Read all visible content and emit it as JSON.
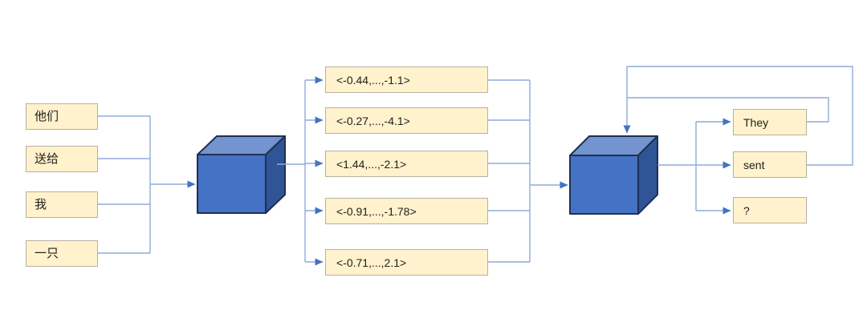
{
  "colors": {
    "background": "#FFFFFF",
    "box_fill": "#FFF2CC",
    "box_border": "#B7B1A2",
    "connector": "#8FAADC",
    "arrowhead": "#4472C4",
    "cube_front": "#4472C4",
    "cube_top": "#7394CE",
    "cube_side": "#2F5597",
    "cube_outline": "#1F2F54"
  },
  "input_tokens": [
    "他们",
    "送给",
    "我",
    "一只"
  ],
  "encoder_vectors": [
    "<-0.44,...,-1.1>",
    "<-0.27,...,-4.1>",
    "<1.44,...,-2.1>",
    "<-0.91,...,-1.78>",
    "<-0.71,...,2.1>"
  ],
  "output_tokens": [
    "They",
    "sent",
    "?"
  ]
}
